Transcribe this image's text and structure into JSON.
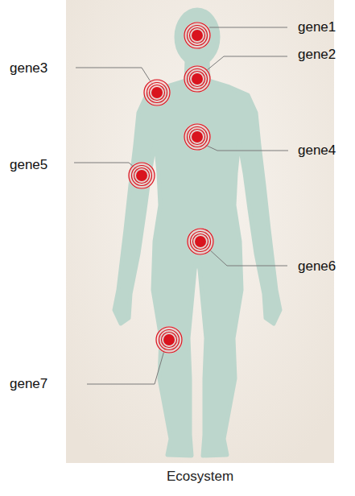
{
  "diagram": {
    "caption": "Ecosystem",
    "labels": [
      "gene1",
      "gene2",
      "gene3",
      "gene4",
      "gene5",
      "gene6",
      "gene7"
    ]
  }
}
